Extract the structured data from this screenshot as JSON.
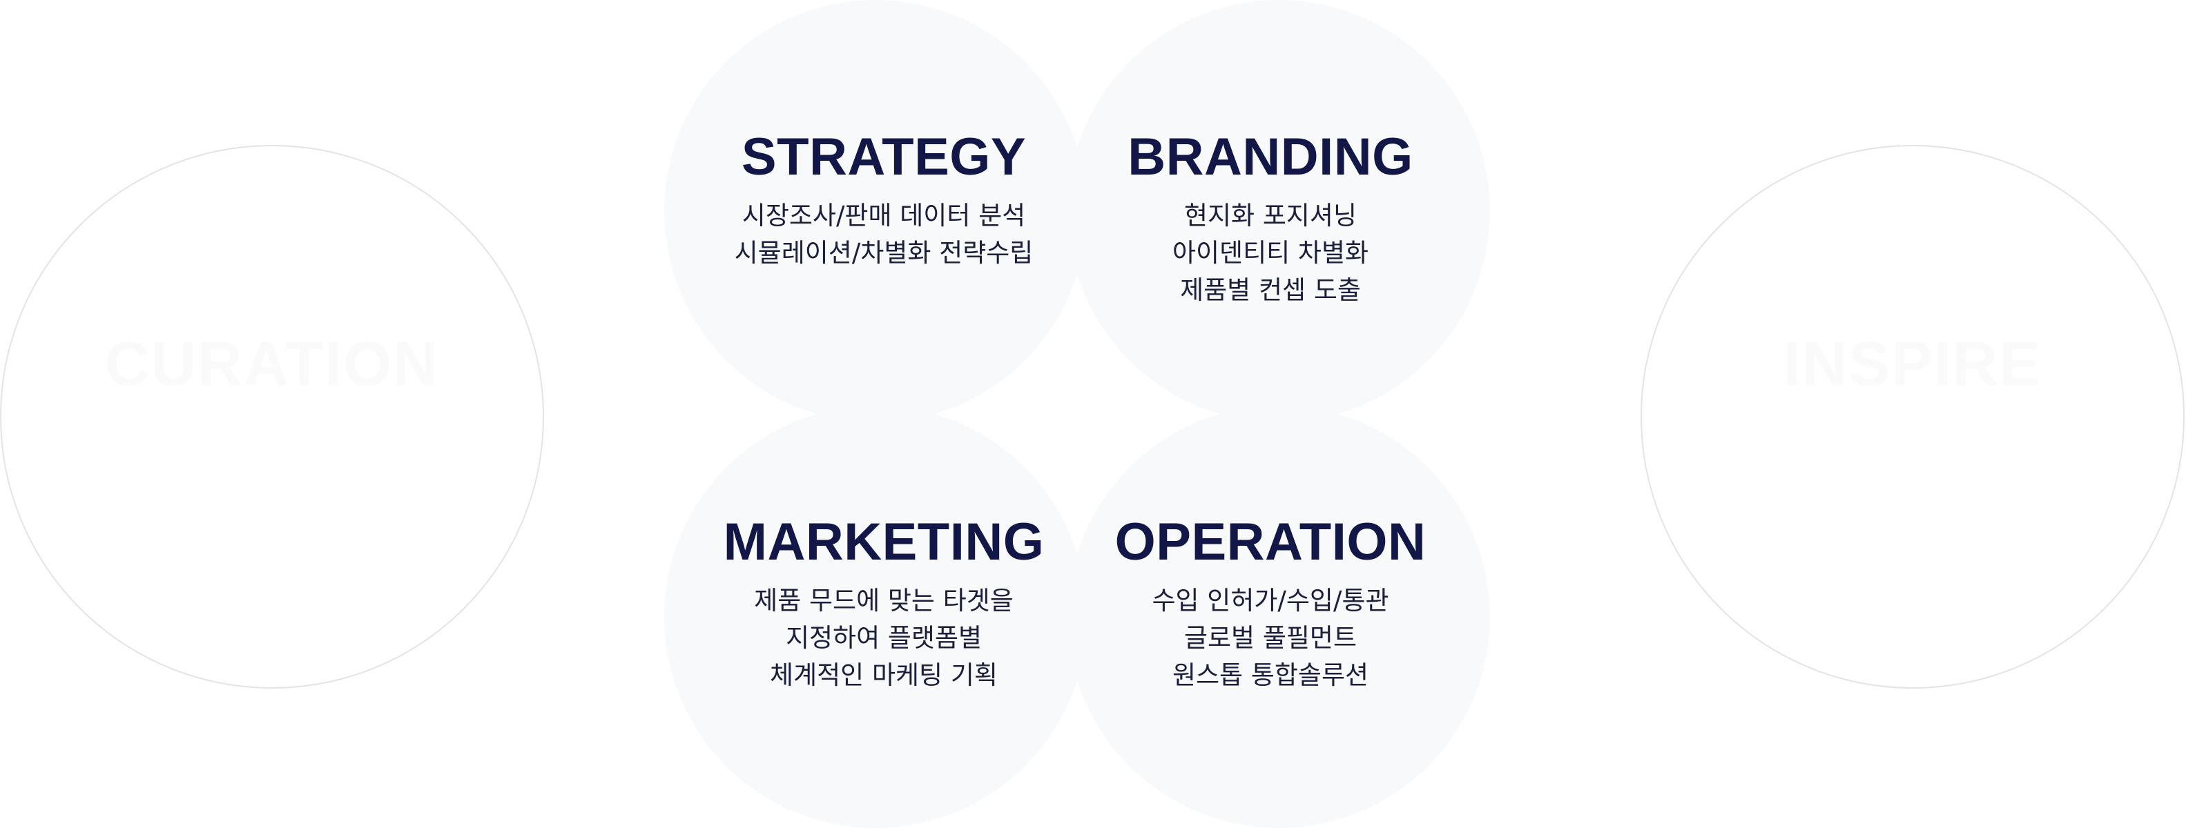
{
  "side_circles": {
    "left": {
      "title": "CURATION"
    },
    "right": {
      "title": "INSPIRE"
    }
  },
  "quadrants": {
    "strategy": {
      "title": "STRATEGY",
      "lines": [
        "시장조사/판매 데이터 분석",
        "시뮬레이션/차별화 전략수립"
      ]
    },
    "branding": {
      "title": "BRANDING",
      "lines": [
        "현지화 포지셔닝",
        "아이덴티티 차별화",
        "제품별 컨셉 도출"
      ]
    },
    "marketing": {
      "title": "MARKETING",
      "lines": [
        "제품 무드에 맞는 타겟을",
        "지정하여 플랫폼별",
        "체계적인 마케팅 기획"
      ]
    },
    "operation": {
      "title": "OPERATION",
      "lines": [
        "수입 인허가/수입/통관",
        "글로벌 풀필먼트",
        "원스톱 통합솔루션"
      ]
    }
  },
  "colors": {
    "background": "#ffffff",
    "quad_fill": "#f8f9fb",
    "outline": "#e4e4e8",
    "title": "#131747",
    "body_text": "#1b1f3b",
    "faint_title": "#fafafb"
  }
}
